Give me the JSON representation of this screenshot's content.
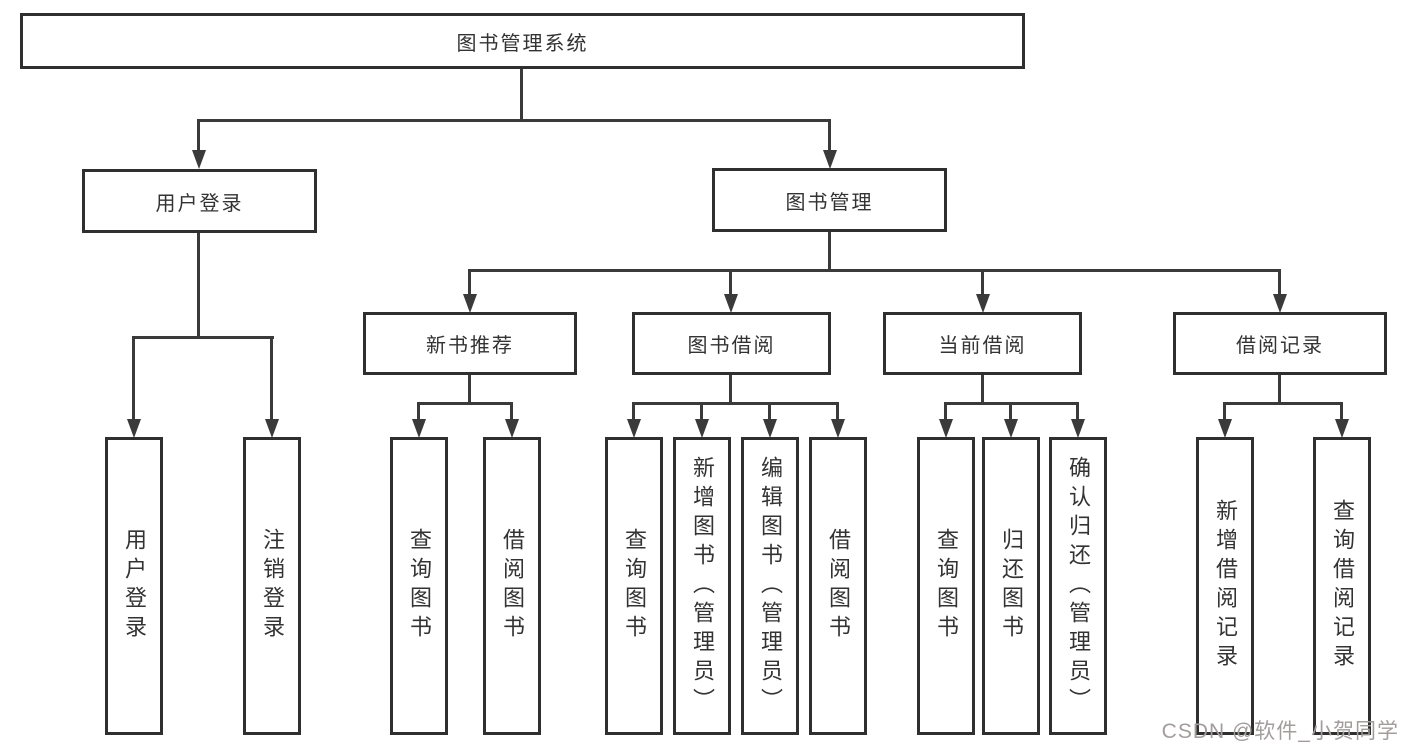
{
  "diagram": {
    "tree": {
      "label": "图书管理系统",
      "children": [
        {
          "label": "用户登录",
          "children": [
            {
              "label": "用户登录"
            },
            {
              "label": "注销登录"
            }
          ]
        },
        {
          "label": "图书管理",
          "children": [
            {
              "label": "新书推荐",
              "children": [
                {
                  "label": "查询图书"
                },
                {
                  "label": "借阅图书"
                }
              ]
            },
            {
              "label": "图书借阅",
              "children": [
                {
                  "label": "查询图书"
                },
                {
                  "label": "新增图书（管理员）"
                },
                {
                  "label": "编辑图书（管理员）"
                },
                {
                  "label": "借阅图书"
                }
              ]
            },
            {
              "label": "当前借阅",
              "children": [
                {
                  "label": "查询图书"
                },
                {
                  "label": "归还图书"
                },
                {
                  "label": "确认归还（管理员）"
                }
              ]
            },
            {
              "label": "借阅记录",
              "children": [
                {
                  "label": "新增借阅记录"
                },
                {
                  "label": "查询借阅记录"
                }
              ]
            }
          ]
        }
      ]
    }
  },
  "colors": {
    "line": "#3a3a3a",
    "border": "#2f2f2f",
    "text": "#333333",
    "background": "#ffffff",
    "watermark": "#a39c9c"
  },
  "watermark": {
    "text": "CSDN @软件_小贺同学"
  }
}
